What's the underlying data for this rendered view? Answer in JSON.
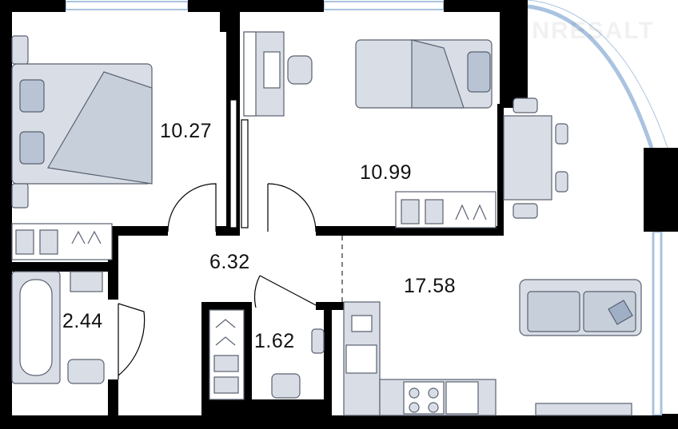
{
  "watermark": "ONRESALT",
  "rooms": [
    {
      "id": "bedroom-1",
      "area": "10.27"
    },
    {
      "id": "bedroom-2",
      "area": "10.99"
    },
    {
      "id": "hallway",
      "area": "6.32"
    },
    {
      "id": "living-kitchen",
      "area": "17.58"
    },
    {
      "id": "bathroom",
      "area": "2.44"
    },
    {
      "id": "toilet",
      "area": "1.62"
    }
  ],
  "colors": {
    "wall": "#000000",
    "furniture": "#d9dee6",
    "furniture_stroke": "#5a6170",
    "glass": "#a9c3e0"
  }
}
